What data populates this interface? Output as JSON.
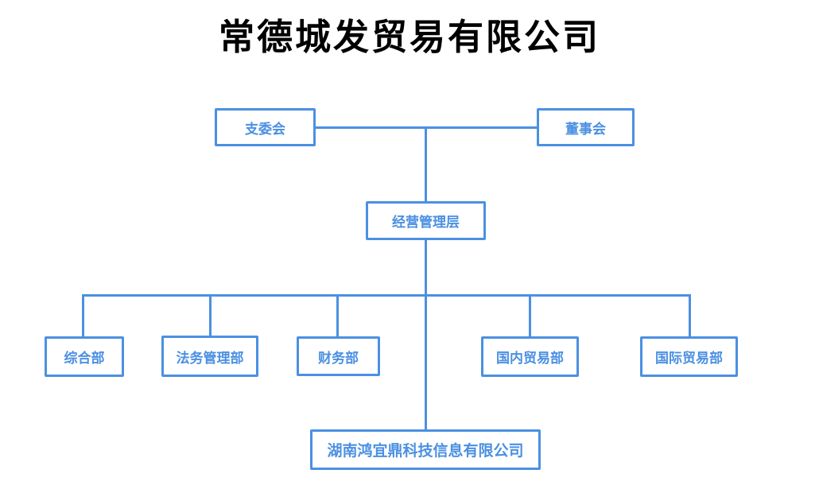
{
  "title": "常德城发贸易有限公司",
  "colors": {
    "accent": "#4B90E2",
    "background": "#FFFFFF",
    "title_text": "#000000"
  },
  "org": {
    "top_row": {
      "party_committee": {
        "label": "支委会"
      },
      "board": {
        "label": "董事会"
      }
    },
    "management": {
      "label": "经营管理层"
    },
    "departments": [
      {
        "label": "综合部"
      },
      {
        "label": "法务管理部"
      },
      {
        "label": "财务部"
      },
      {
        "label": "国内贸易部"
      },
      {
        "label": "国际贸易部"
      }
    ],
    "subsidiary": {
      "label": "湖南鸿宜鼎科技信息有限公司"
    }
  }
}
